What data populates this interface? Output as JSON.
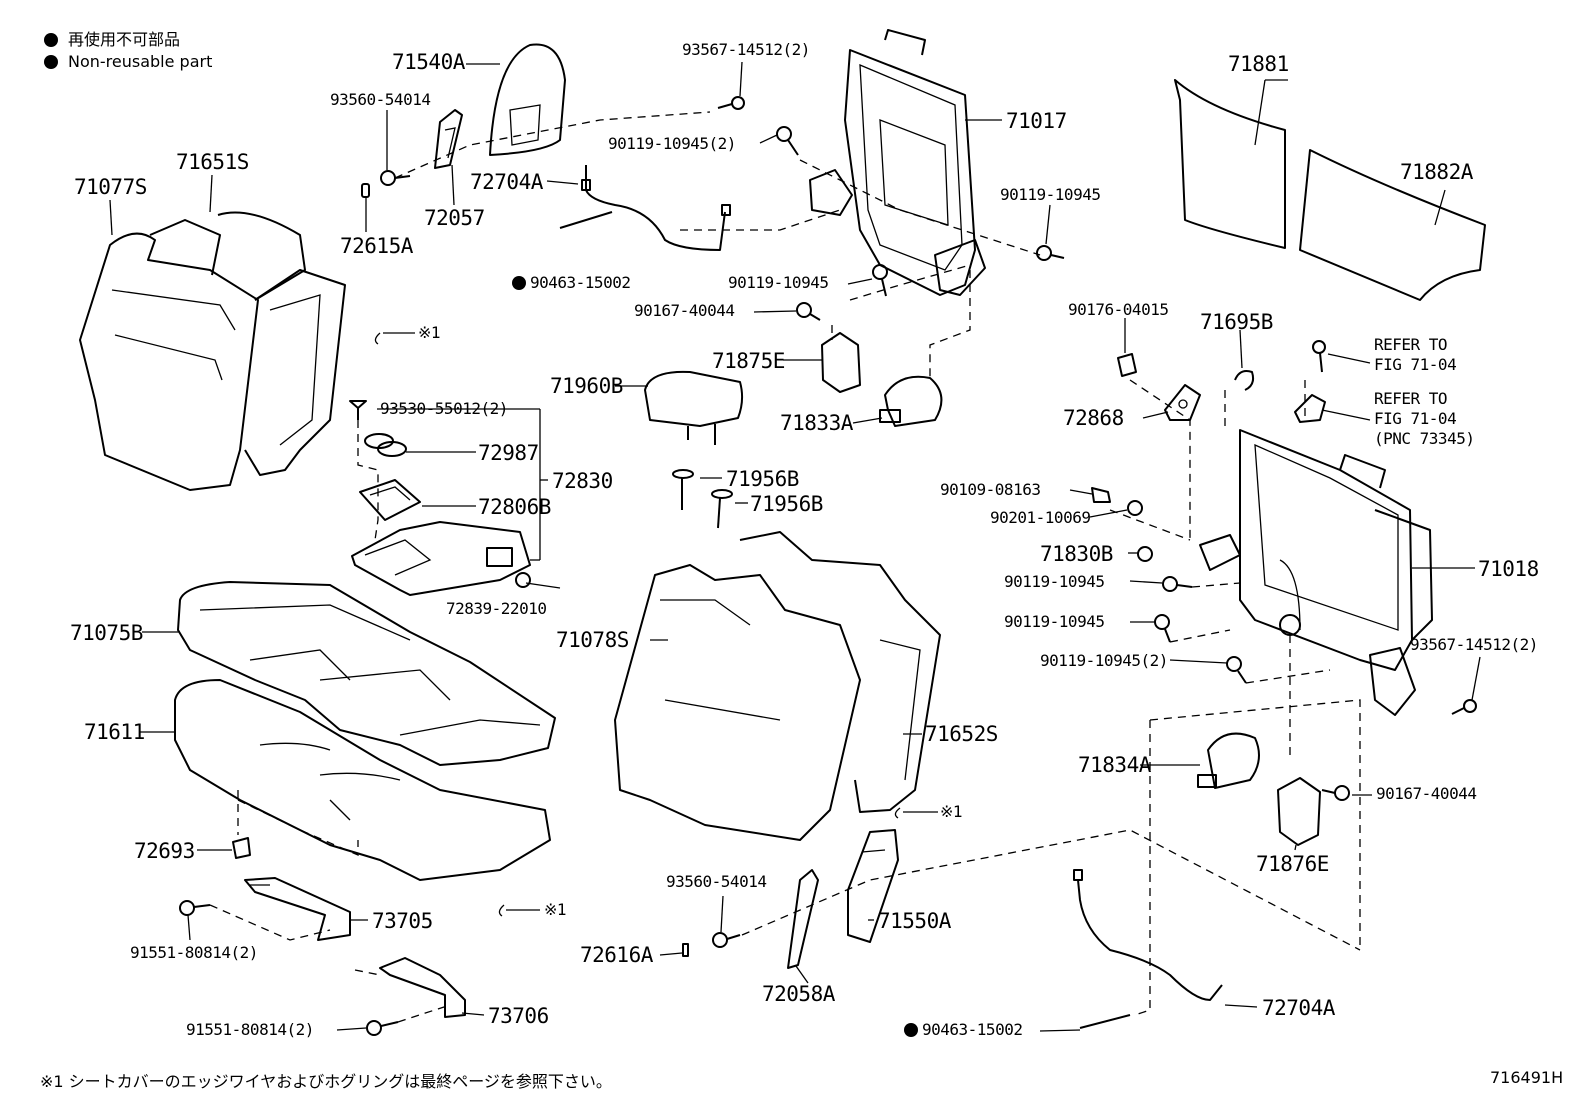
{
  "legend": {
    "jp": "再使用不可部品",
    "en": "Non-reusable part"
  },
  "footnote": "※1 シートカバーのエッジワイヤおよびホグリングは最終ページを参照下さい。",
  "figure_number": "716491H",
  "labels": {
    "p71540A": "71540A",
    "p93567_14512_2_top": "93567-14512(2)",
    "p93560_54014_top": "93560-54014",
    "p90119_10945_2_top": "90119-10945(2)",
    "p71017": "71017",
    "p72704A_top": "72704A",
    "p72057": "72057",
    "p71651S": "71651S",
    "p71077S": "71077S",
    "p72615A": "72615A",
    "p90119_10945_right": "90119-10945",
    "p90463_15002_top": "90463-15002",
    "p90119_10945_mid": "90119-10945",
    "p90167_40044_top": "90167-40044",
    "p71881": "71881",
    "p71882A": "71882A",
    "p90176_04015": "90176-04015",
    "p71695B": "71695B",
    "refer_to_1": "REFER TO",
    "fig_71_04_1": "FIG 71-04",
    "refer_to_2": "REFER TO",
    "fig_71_04_2": "FIG 71-04",
    "pnc_73345": "(PNC 73345)",
    "note1_a": "※1",
    "p71875E": "71875E",
    "p71960B": "71960B",
    "p93530_55012_2": "93530-55012(2)",
    "p72868": "72868",
    "p71833A": "71833A",
    "p72987": "72987",
    "p72830": "72830",
    "p71956B_1": "71956B",
    "p71956B_2": "71956B",
    "p72806B": "72806B",
    "p90109_08163": "90109-08163",
    "p90201_10069": "90201-10069",
    "p71830B": "71830B",
    "p71018": "71018",
    "p90119_10945_r1": "90119-10945",
    "p90119_10945_r2": "90119-10945",
    "p90119_10945_2_r3": "90119-10945(2)",
    "p93567_14512_2_right": "93567-14512(2)",
    "p72839_22010": "72839-22010",
    "p71075B": "71075B",
    "p71078S": "71078S",
    "p71611": "71611",
    "p71652S": "71652S",
    "p71834A": "71834A",
    "p90167_40044_right": "90167-40044",
    "note1_b": "※1",
    "p71876E": "71876E",
    "p72693": "72693",
    "p93560_54014_bottom": "93560-54014",
    "p73705": "73705",
    "note1_c": "※1",
    "p71550A": "71550A",
    "p91551_80814_2_a": "91551-80814(2)",
    "p72616A": "72616A",
    "p72058A": "72058A",
    "p72704A_bottom": "72704A",
    "p73706": "73706",
    "p91551_80814_2_b": "91551-80814(2)",
    "p90463_15002_bottom": "90463-15002"
  }
}
